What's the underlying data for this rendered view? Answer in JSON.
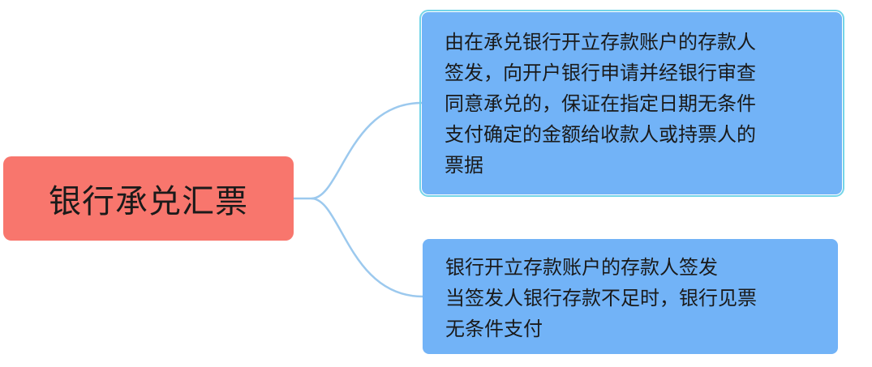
{
  "diagram": {
    "root": {
      "label": "银行承兑汇票"
    },
    "children": [
      {
        "lines": [
          "由在承兑银行开立存款账户的存款人",
          "签发，向开户银行申请并经银行审查",
          "同意承兑的，保证在指定日期无条件",
          "支付确定的金额给收款人或持票人的",
          "票据"
        ]
      },
      {
        "lines": [
          "银行开立存款账户的存款人签发",
          "当签发人银行存款不足时，银行见票",
          "无条件支付"
        ]
      }
    ],
    "colors": {
      "root_fill": "#f8766d",
      "child_fill": "#72b3f7",
      "connector": "#9cc9ee",
      "selected_outline": "#74d5e8"
    }
  }
}
